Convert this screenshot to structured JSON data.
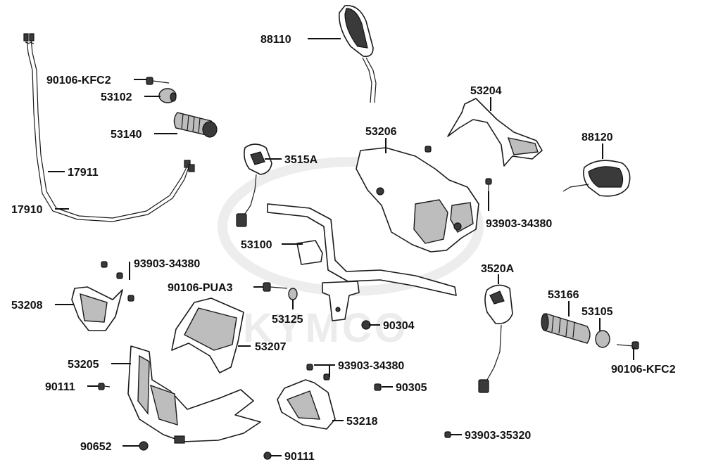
{
  "watermark": {
    "text": "KYMCO"
  },
  "labels": [
    "88110",
    "90106-KFC2",
    "53102",
    "53140",
    "17911",
    "17910",
    "53204",
    "53206",
    "3515A",
    "88120",
    "93903-34380",
    "53100",
    "93903-34380",
    "90106-PUA3",
    "53208",
    "53125",
    "3520A",
    "53166",
    "53105",
    "90304",
    "53207",
    "90106-KFC2",
    "53205",
    "93903-34380",
    "90111",
    "90305",
    "53218",
    "93903-35320",
    "90652",
    "90111"
  ]
}
